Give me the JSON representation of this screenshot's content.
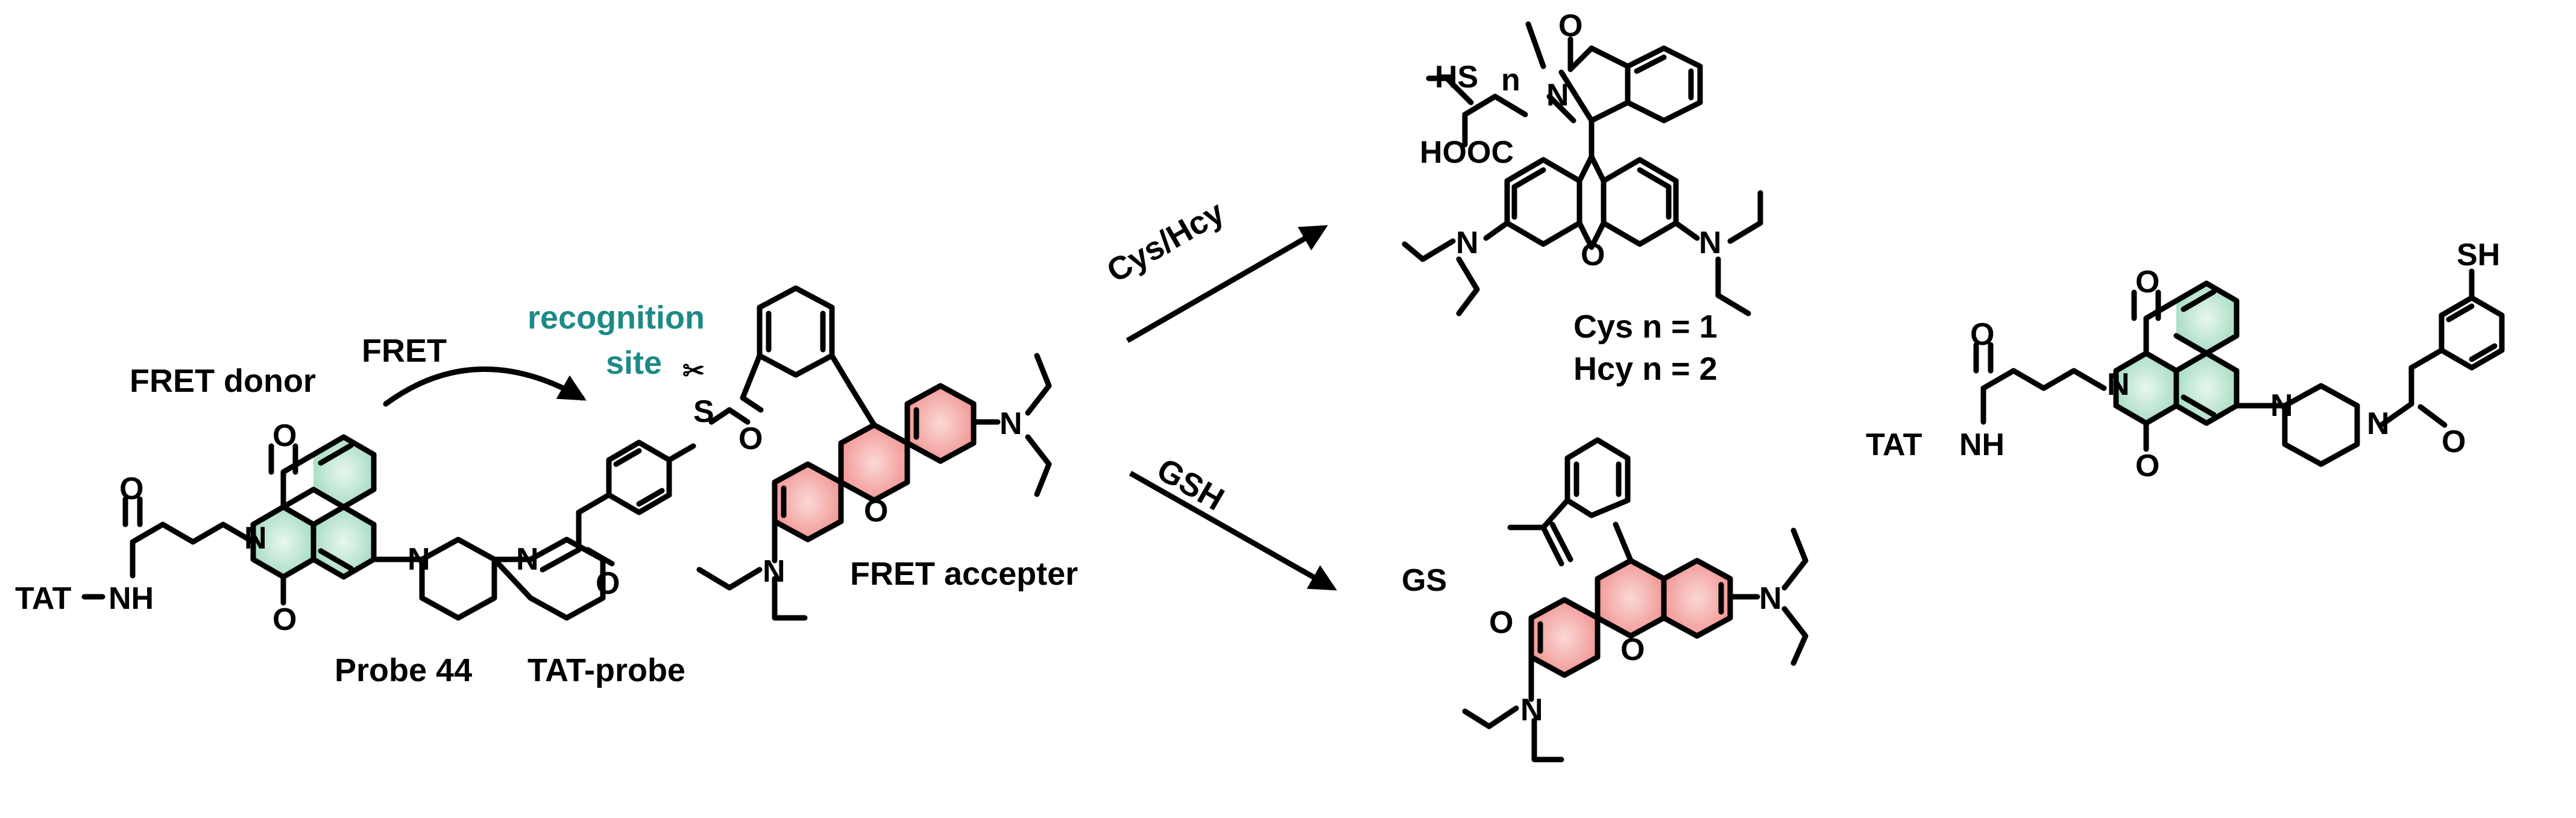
{
  "labels": {
    "fret_donor": "FRET donor",
    "fret": "FRET",
    "recognition": "recognition",
    "site": "site",
    "fret_accepter": "FRET accepter",
    "probe44": "Probe 44",
    "tat_probe": "TAT-probe",
    "cys_hcy": "Cys/Hcy",
    "gsh": "GSH",
    "cys_n": "Cys n = 1",
    "hcy_n": "Hcy n = 2"
  },
  "atoms": {
    "tat": "TAT",
    "nh": "NH",
    "o": "O",
    "n": "N",
    "s": "S",
    "hs": "HS",
    "sh": "SH",
    "gs": "GS",
    "hooc": "HOOC",
    "n_sub": "n"
  },
  "colors": {
    "donor_fill": "#bfe6d3",
    "acceptor_fill": "#f4a3a1",
    "recognition_text": "#1d8a86"
  }
}
